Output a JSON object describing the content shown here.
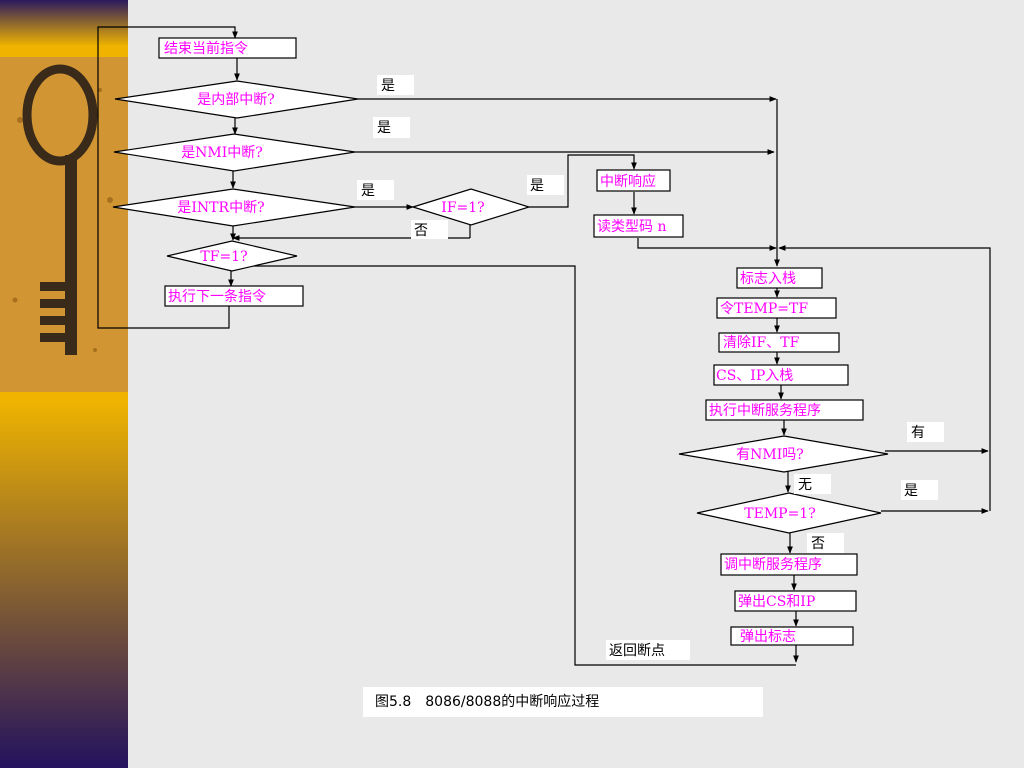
{
  "nodes": {
    "end_instr": "结束当前指令",
    "q_internal": "是内部中断?",
    "q_nmi": "是NMI中断?",
    "q_intr": "是INTR中断?",
    "q_if": "IF=1?",
    "q_tf": "TF=1?",
    "exec_next": "执行下一条指令",
    "int_ack": "中断响应",
    "read_type": "读类型码 n",
    "push_flags": "标志入栈",
    "temp_tf": "令TEMP=TF",
    "clear_if_tf": "清除IF、TF",
    "push_cs_ip": "CS、IP入栈",
    "exec_isr": "执行中断服务程序",
    "q_has_nmi": "有NMI吗?",
    "q_temp": "TEMP=1?",
    "call_isr": "调中断服务程序",
    "pop_cs_ip": "弹出CS和IP",
    "pop_flags": "弹出标志",
    "return_bp": "返回断点"
  },
  "edge_labels": {
    "yes": "是",
    "no": "否",
    "has": "有",
    "none": "无"
  },
  "caption": "图5.8　8086/8088的中断响应过程"
}
